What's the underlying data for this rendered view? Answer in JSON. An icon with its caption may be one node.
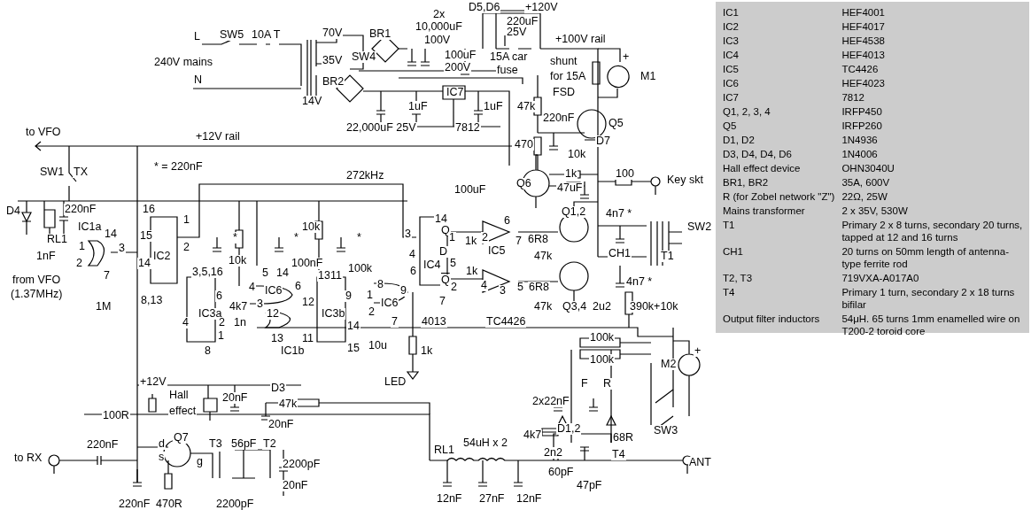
{
  "diagram": {
    "labels": [
      "L",
      "SW5",
      "10A T",
      "70V",
      "2x",
      "10,000uF",
      "100V",
      "D5,D6",
      "+120V",
      "220uF",
      "25V",
      "+100V rail",
      "BR1",
      "240V mains",
      "35V",
      "SW4",
      "100uF",
      "200V",
      "15A car",
      "fuse",
      "shunt",
      "for 15A",
      "FSD",
      "+",
      "M1",
      "N",
      "BR2",
      "14V",
      "IC7",
      "1uF",
      "1uF",
      "47k",
      "22,000uF 25V",
      "7812",
      "220nF",
      "Q5",
      "D7",
      "to VFO",
      "+12V rail",
      "470",
      "10k",
      "SW1",
      "TX",
      "* = 220nF",
      "272kHz",
      "1k",
      "100",
      "100uF",
      "Q6",
      "47uF",
      "Key skt",
      "D4",
      "220nF",
      "16",
      "IC1a",
      "14",
      "1",
      "3",
      "1",
      "15",
      "2",
      "RL1",
      "*",
      "*",
      "*",
      "10k",
      "14",
      "Q1,2",
      "4n7 *",
      "3",
      "Q",
      "1",
      "6",
      "1k",
      "2",
      "7",
      "6R8",
      "SW2",
      "1nF",
      "2",
      "14",
      "IC2",
      "from VFO",
      "(1.37MHz)",
      "7",
      "1M",
      "8,13",
      "3,5,16",
      "10k",
      "100nF",
      "5",
      "14",
      "13",
      "11",
      "4",
      "D",
      "IC4",
      "5",
      "1k",
      "IC5",
      "47k",
      "CH1",
      "T1",
      "4",
      "6",
      "IC6",
      "6",
      "9",
      "100k",
      "8",
      "9",
      "1",
      "6",
      "Q",
      "2",
      "4",
      "3",
      "5",
      "6R8",
      "4n7 *",
      "4k7",
      "3",
      "IC3a",
      "12",
      "12",
      "IC3b",
      "2",
      "IC6",
      "7",
      "7",
      "47k",
      "Q3,4",
      "2u2",
      "390k+10k",
      "4",
      "2",
      "1n",
      "14",
      "1",
      "13",
      "11",
      "8",
      "IC1b",
      "15",
      "10u",
      "4013",
      "TC4426",
      "100k",
      "1k",
      "100k",
      "M2",
      "+",
      "+12V",
      "LED",
      "F",
      "R",
      "D3",
      "Hall",
      "20nF",
      "47k",
      "2x22nF",
      "effect",
      "100R",
      "20nF",
      "220nF",
      "d",
      "Q7",
      "T3",
      "56pF",
      "T2",
      "54uH x 2",
      "4k7",
      "D1,2",
      "68R",
      "SW3",
      "RL1",
      "2n2",
      "T4",
      "to RX",
      "s",
      "g",
      "2200pF",
      "ANT",
      "60pF",
      "20nF",
      "47pF",
      "12nF",
      "27nF",
      "12nF",
      "220nF",
      "470R",
      "2200pF",
      "IC1",
      "HEF4001",
      "IC2",
      "HEF4017",
      "IC3",
      "HEF4538",
      "IC4",
      "HEF4013",
      "IC5",
      "TC4426",
      "IC6",
      "HEF4023",
      "IC7",
      "7812",
      "Q1, 2, 3, 4",
      "IRFP450",
      "Q5",
      "IRFP260",
      "D1, D2",
      "1N4936",
      "D3, D4, D4, D6",
      "1N4006",
      "Hall effect device",
      "OHN3040U",
      "BR1, BR2",
      "35A, 600V",
      "R (for Zobel network \"Z\")",
      "22Ω, 25W",
      "Mains transformer",
      "2 x 35V, 530W",
      "T1",
      "Primary 2 x 8 turns, secondary 20 turns, tapped at 12 and 16 turns",
      "CH1",
      "20 turns on 50mm length of antenna-type ferrite rod",
      "T2, T3",
      "719VXA-A017A0",
      "T4",
      "Primary 1 turn, secondary 2 x 18 turns bifilar",
      "Output filter inductors",
      "54μH. 65 turns 1mm enamelled wire on T200-2 toroid core"
    ]
  }
}
